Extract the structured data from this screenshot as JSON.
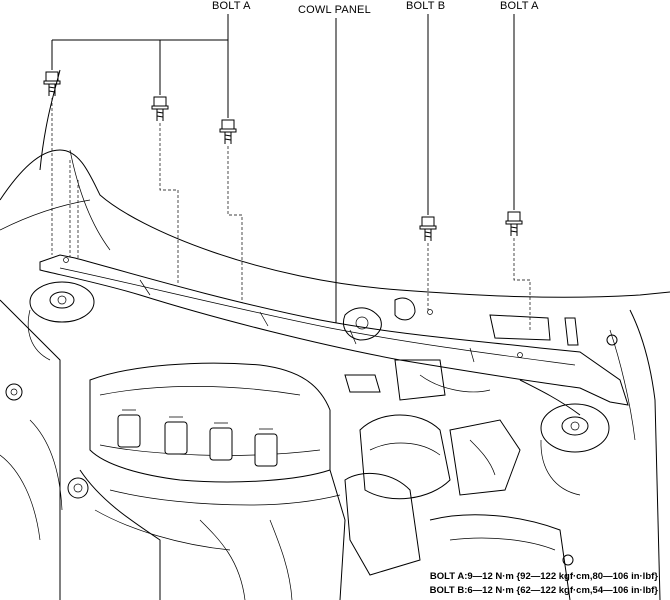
{
  "labels": {
    "bolt_a_left": "BOLT A",
    "cowl_panel": "COWL PANEL",
    "bolt_b": "BOLT B",
    "bolt_a_right": "BOLT A"
  },
  "torque": {
    "bolt_a": "BOLT A:9—12 N·m {92—122 kgf·cm,80—106 in·lbf}",
    "bolt_b": "BOLT B:6—12 N·m {62—122 kgf·cm,54—106 in·lbf}"
  }
}
